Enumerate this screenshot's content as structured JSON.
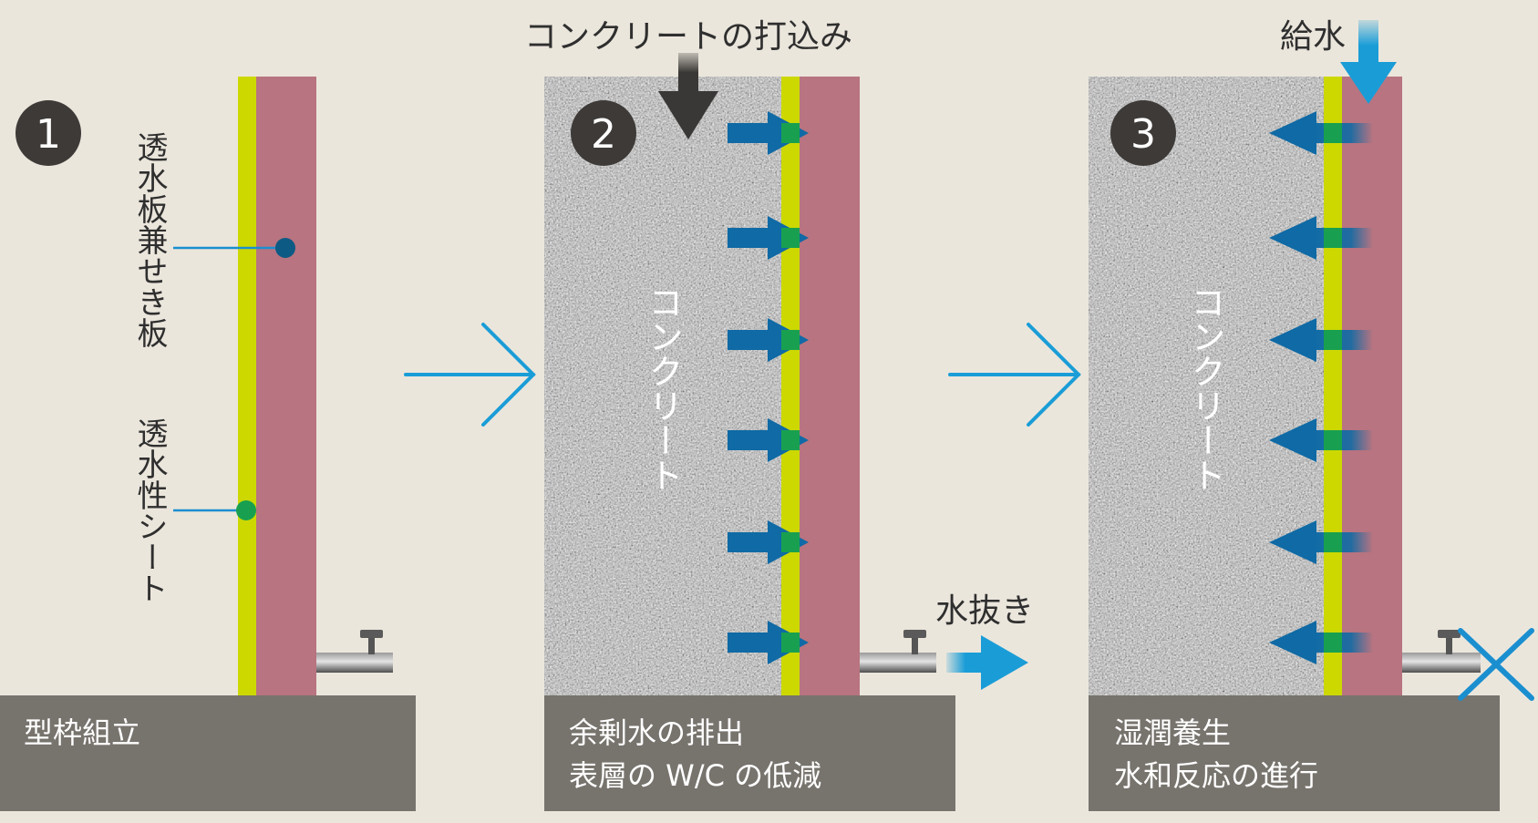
{
  "top_labels": {
    "pour": "コンクリートの打込み",
    "water_supply": "給水",
    "drain": "水抜き"
  },
  "steps": [
    {
      "number": "1",
      "caption_lines": [
        "型枠組立"
      ],
      "labels": {
        "board": "透水板兼せき板",
        "sheet": "透水性シート"
      }
    },
    {
      "number": "2",
      "caption_lines": [
        "余剰水の排出",
        "表層の W/C の低減"
      ],
      "concrete_label": "コンクリート"
    },
    {
      "number": "3",
      "caption_lines": [
        "湿潤養生",
        "水和反応の進行"
      ],
      "concrete_label": "コンクリート"
    }
  ],
  "colors": {
    "background": "#ebe6dc",
    "board": "#b87480",
    "sheet": "#ccd800",
    "base": "#77736d",
    "flow_arrow": "#1a9dd7",
    "water_arrow": "#0f6aa5",
    "pour_arrow": "#3a3836",
    "concrete": "#8d8d8d",
    "leader_dot_board": "#0d5a84",
    "leader_dot_sheet": "#18a050",
    "cross_mark": "#1a8fd0"
  },
  "icons": {
    "flow": "chevron-right-arrow-icon",
    "pour": "down-arrow-icon",
    "water_supply": "down-arrow-icon",
    "drain": "right-arrow-icon",
    "closed_valve": "cross-icon",
    "valve": "valve-icon"
  }
}
